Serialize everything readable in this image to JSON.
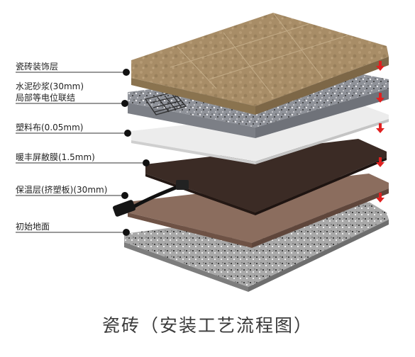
{
  "layers": [
    {
      "id": "tile",
      "label": "瓷砖装饰层"
    },
    {
      "id": "mortar",
      "label": "水泥砂浆(30mm)\n局部等电位联结"
    },
    {
      "id": "plastic",
      "label": "塑料布(0.05mm)"
    },
    {
      "id": "film",
      "label": "暖丰屏敝膜(1.5mm)"
    },
    {
      "id": "insul",
      "label": "保温层(挤塑板)(30mm)"
    },
    {
      "id": "ground",
      "label": "初始地面"
    }
  ],
  "caption": "瓷砖（安装工艺流程图）",
  "colors": {
    "tile": "#a88d67",
    "mortar": "#8f9299",
    "plastic": "#e9e9e9",
    "film": "#3b2b25",
    "insul": "#8b6d5e",
    "ground": "#9a9a9a",
    "arrow": "#e02020"
  }
}
